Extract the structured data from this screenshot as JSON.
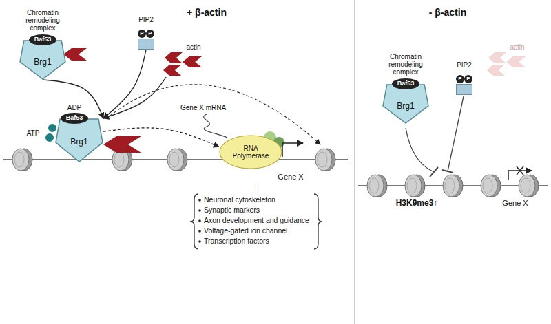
{
  "diagram": {
    "nodes": [
      {
        "text": [
          "Chromatin remodeling complex",
          "Brg1"
        ]
      },
      {
        "text": [
          "Baf53"
        ],
        "in": 0
      },
      {
        "text": [
          "PIP2"
        ]
      },
      {
        "text": [
          "actin"
        ]
      },
      {
        "text": [
          "Brg1"
        ]
      },
      {
        "text": [
          "Baf53"
        ],
        "in": 4
      },
      {
        "text": [
          "RNA Polymerase"
        ]
      },
      {
        "text": [
          "Chromatin remodeling complex",
          "Brg1"
        ]
      },
      {
        "text": [
          "Baf53"
        ],
        "in": 7
      },
      {
        "text": [
          "PIP2"
        ]
      },
      {
        "text": [
          "actin"
        ]
      }
    ],
    "edges": [
      {
        "from": 0,
        "to": 4,
        "arrow": "to"
      },
      {
        "from": 2,
        "to": 4,
        "arrow": "to"
      },
      {
        "from": 3,
        "to": 4,
        "arrow": "to"
      },
      {
        "from": 4,
        "to": 6,
        "arrow": "to"
      }
    ],
    "labels": [
      "+ β-actin",
      "- β-actin",
      "P",
      "P",
      "P",
      "P",
      "ATP",
      "ADP",
      "Gene X mRNA",
      "Gene X",
      "=",
      "Neuronal cytoskeleton",
      "Synaptic markers",
      "Axon development and guidance",
      "Voltage-gated ion channel",
      "Transcription factors",
      "H3K9me3↑",
      "Gene X"
    ]
  }
}
